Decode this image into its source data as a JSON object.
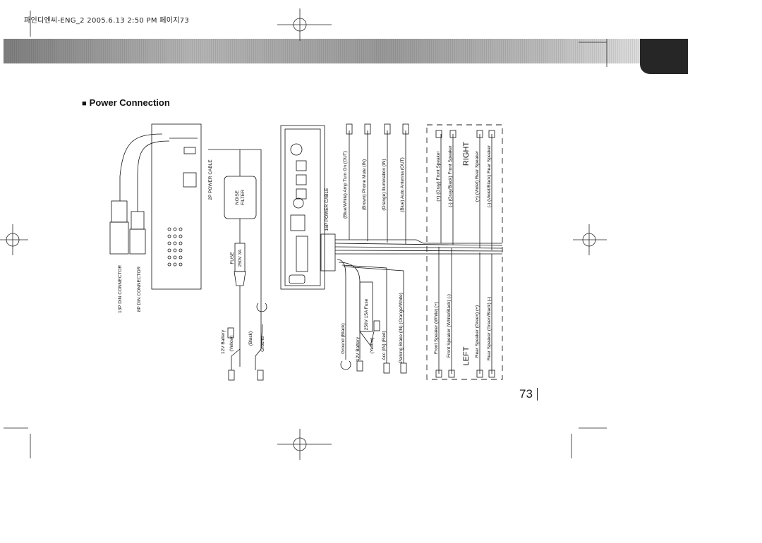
{
  "header": {
    "print_slug": "파인디엔씨-ENG_2 2005.6.13 2:50 PM 페이지73"
  },
  "section": {
    "bullet": "■",
    "title": "Power Connection"
  },
  "left_unit": {
    "connector_13p": "13P DIN CONNECTOR",
    "connector_8p": "8P DIN CONNECTOR",
    "power_cable_2p": "2P POWER CABLE",
    "noise_filter": [
      "NOISE",
      "FILTER"
    ],
    "fuse": [
      "FUSE",
      "250V 3A"
    ],
    "battery": "12V Battery",
    "battery_color": "(Yellow)",
    "ground_color": "(Black)",
    "ground": "Ground"
  },
  "middle_unit": {
    "power_cable_16p": "16P POWER CABLE",
    "top_wires": [
      "(Blue/White) Amp Turn On (OUT)",
      "(Brown) Phone Mute (IN)",
      "(Orange) Illumination (IN)",
      "(Blue) Auto Antenna (OUT)"
    ],
    "bottom_wires": {
      "ground": "Ground (Black)",
      "battery": "12V Battery",
      "battery_color": "(Yellow)",
      "fuse": "250V 15A Fuse",
      "acc": "Acc (IN) (Red)",
      "parking": "Parking Brake (IN) (Orange/White)"
    }
  },
  "speakers": {
    "right_label": "RIGHT",
    "left_label": "LEFT",
    "right": [
      "(+) (Gray) Front Speaker",
      "(-) (Gray/Black) Front Speaker",
      "(+) (Violet) Rear Speaker",
      "(-) (Violet/Black) Rear Speaker"
    ],
    "left": [
      "Front Speaker (White) (+)",
      "Front Speaker (White/Black) (-)",
      "Rear Speaker (Green) (+)",
      "Rear Speaker (Green/Black) (-)"
    ]
  },
  "page_number": "73"
}
